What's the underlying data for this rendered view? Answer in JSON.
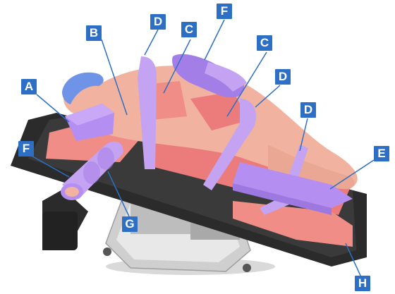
{
  "figure": {
    "colors": {
      "callout": "#2d6fc4",
      "strap": "#c4a3f2",
      "strap_dark": "#a37ee6",
      "pad": "#ec7c7c",
      "table": "#2b2b2b",
      "skin": "#f1b39f",
      "cap": "#6f93e6",
      "metal": "#c9c9c9"
    },
    "labels": [
      {
        "id": "A",
        "text": "A"
      },
      {
        "id": "B",
        "text": "B"
      },
      {
        "id": "C1",
        "text": "C"
      },
      {
        "id": "C2",
        "text": "C"
      },
      {
        "id": "D1",
        "text": "D"
      },
      {
        "id": "D2",
        "text": "D"
      },
      {
        "id": "D3",
        "text": "D"
      },
      {
        "id": "E",
        "text": "E"
      },
      {
        "id": "F1",
        "text": "F"
      },
      {
        "id": "F2",
        "text": "F"
      },
      {
        "id": "G",
        "text": "G"
      },
      {
        "id": "H",
        "text": "H"
      }
    ]
  }
}
